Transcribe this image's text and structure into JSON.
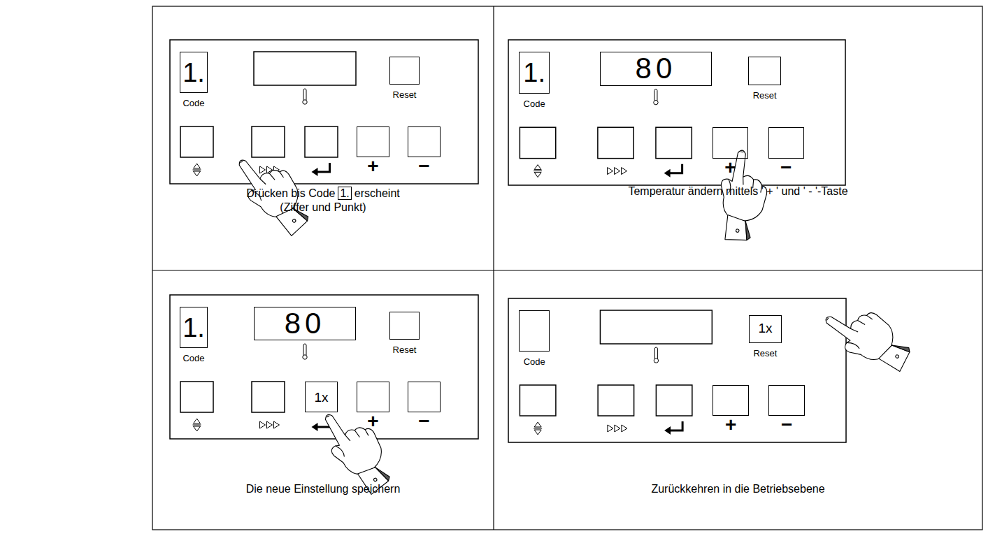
{
  "diagram": {
    "nodes": [
      {
        "text": [
          "Drücken bis Code",
          "1.",
          "erscheint",
          "(Ziffer und Punkt)"
        ]
      },
      {
        "text": [
          "1.",
          "Code"
        ],
        "in": 0
      },
      {
        "text": [
          "Reset"
        ],
        "in": 0
      },
      {
        "text": [
          "+"
        ],
        "in": 0
      },
      {
        "text": [
          "−"
        ],
        "in": 0
      },
      {
        "text": [
          "Temperatur ändern mittels ' + ' und ' - '-Taste"
        ]
      },
      {
        "text": [
          "1.",
          "Code"
        ],
        "in": 5
      },
      {
        "text": [
          "80"
        ],
        "in": 5
      },
      {
        "text": [
          "Reset"
        ],
        "in": 5
      },
      {
        "text": [
          "+"
        ],
        "in": 5
      },
      {
        "text": [
          "−"
        ],
        "in": 5
      },
      {
        "text": [
          "Die neue Einstellung speichern"
        ]
      },
      {
        "text": [
          "1.",
          "Code"
        ],
        "in": 11
      },
      {
        "text": [
          "80"
        ],
        "in": 11
      },
      {
        "text": [
          "Reset"
        ],
        "in": 11
      },
      {
        "text": [
          "1x"
        ],
        "in": 11
      },
      {
        "text": [
          "+"
        ],
        "in": 11
      },
      {
        "text": [
          "−"
        ],
        "in": 11
      },
      {
        "text": [
          "Zurückkehren in die Betriebsebene"
        ]
      },
      {
        "text": [
          "Code"
        ],
        "in": 18
      },
      {
        "text": [
          "1x",
          "Reset"
        ],
        "in": 18
      },
      {
        "text": [
          "+"
        ],
        "in": 18
      },
      {
        "text": [
          "−"
        ],
        "in": 18
      }
    ]
  }
}
